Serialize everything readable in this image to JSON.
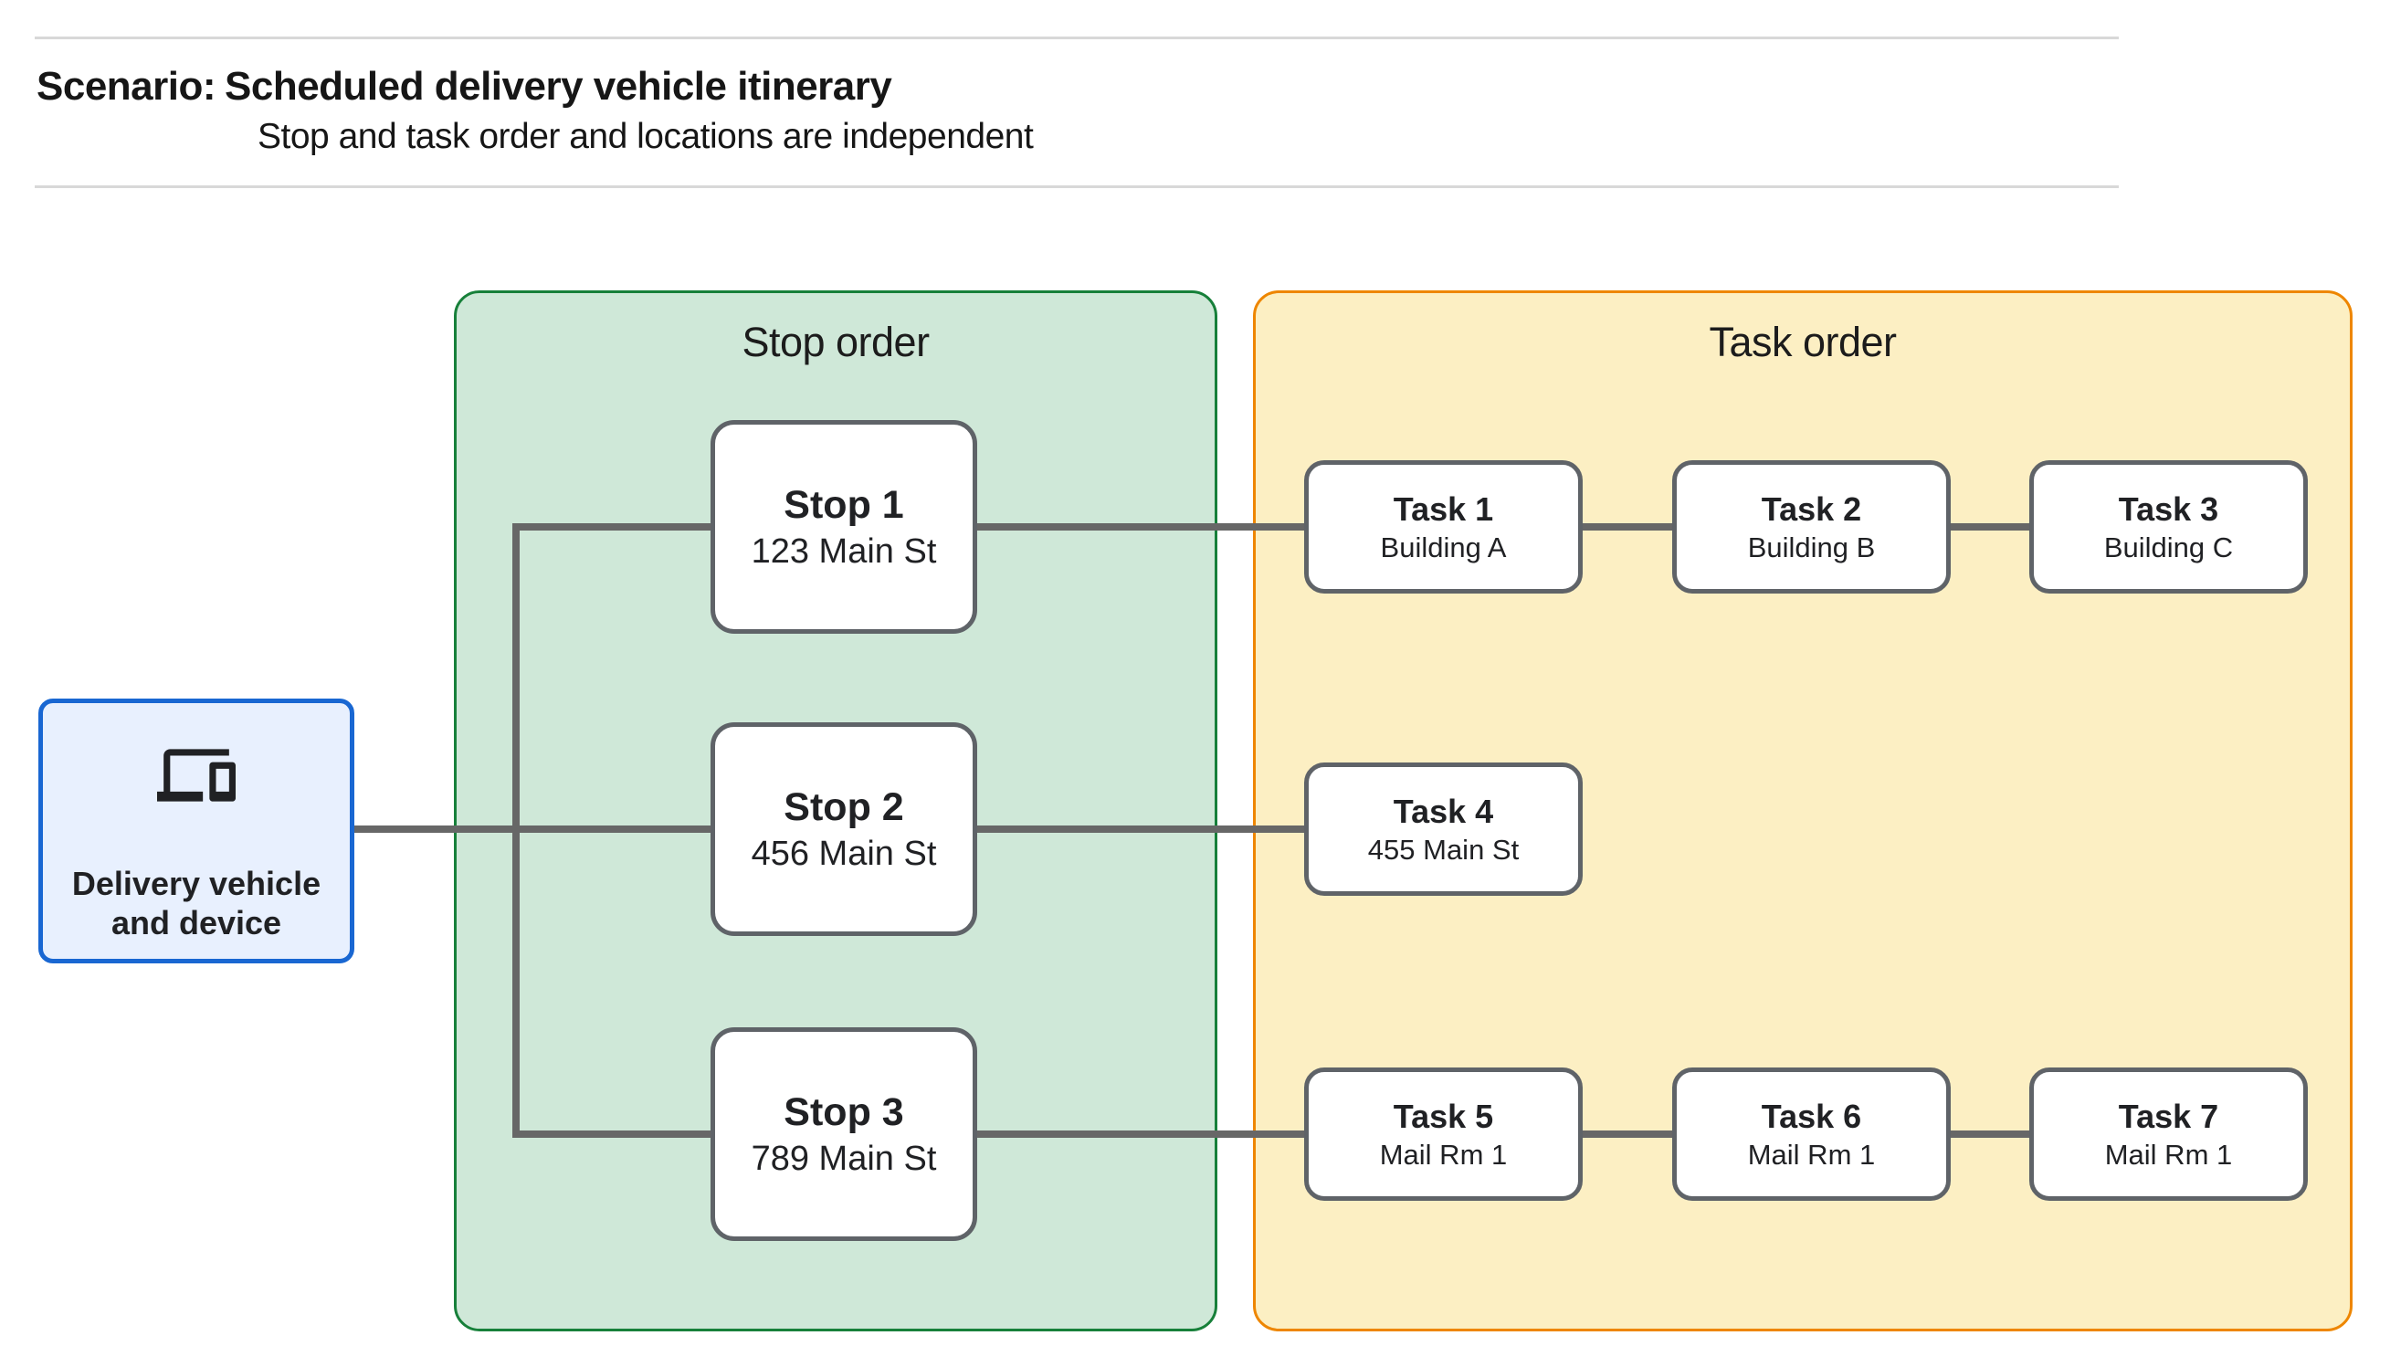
{
  "header": {
    "scenario_label": "Scenario:",
    "title": "Scheduled delivery vehicle itinerary",
    "subtitle": "Stop and task order and locations are independent"
  },
  "vehicle": {
    "icon": "devices-icon",
    "label_line1": "Delivery vehicle",
    "label_line2": "and device"
  },
  "panels": {
    "stop": {
      "title": "Stop order"
    },
    "task": {
      "title": "Task order"
    }
  },
  "stops": [
    {
      "title": "Stop 1",
      "subtitle": "123 Main St"
    },
    {
      "title": "Stop 2",
      "subtitle": "456 Main St"
    },
    {
      "title": "Stop 3",
      "subtitle": "789 Main St"
    }
  ],
  "tasks": [
    {
      "title": "Task 1",
      "subtitle": "Building A"
    },
    {
      "title": "Task 2",
      "subtitle": "Building B"
    },
    {
      "title": "Task 3",
      "subtitle": "Building C"
    },
    {
      "title": "Task 4",
      "subtitle": "455 Main St"
    },
    {
      "title": "Task 5",
      "subtitle": "Mail Rm 1"
    },
    {
      "title": "Task 6",
      "subtitle": "Mail Rm 1"
    },
    {
      "title": "Task 7",
      "subtitle": "Mail Rm 1"
    }
  ],
  "colors": {
    "stop_panel_fill": "#CFE8D8",
    "stop_panel_border": "#17803A",
    "task_panel_fill": "#FCEFC3",
    "task_panel_border": "#EE8600",
    "vehicle_fill": "#E8F0FE",
    "vehicle_border": "#1967D2",
    "node_border": "#5F6368",
    "connector": "#676767"
  }
}
